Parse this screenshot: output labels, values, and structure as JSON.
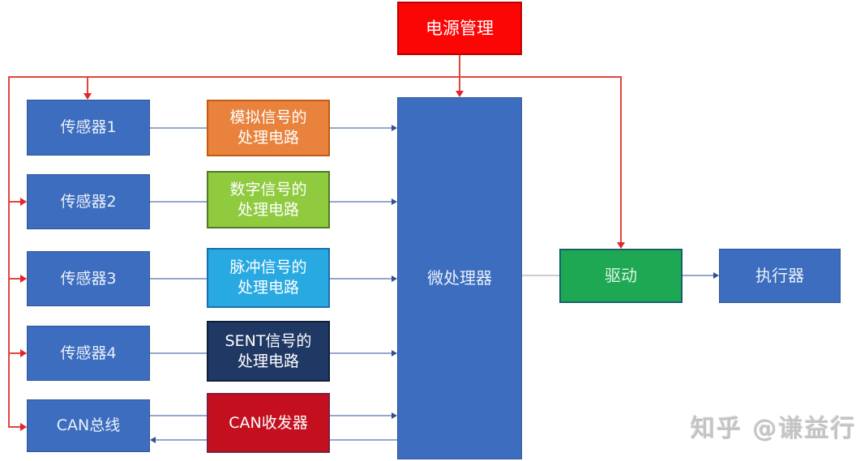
{
  "watermark": "知乎 @谦益行",
  "nodes": {
    "power": {
      "label": "电源管理",
      "color": "#FB0505"
    },
    "left_column": [
      {
        "label": "传感器1"
      },
      {
        "label": "传感器2"
      },
      {
        "label": "传感器3"
      },
      {
        "label": "传感器4"
      },
      {
        "label": "CAN总线"
      }
    ],
    "processing": [
      {
        "line1": "模拟信号的",
        "line2": "处理电路",
        "color": "#E8823C"
      },
      {
        "line1": "数字信号的",
        "line2": "处理电路",
        "color": "#8FCA3F"
      },
      {
        "line1": "脉冲信号的",
        "line2": "处理电路",
        "color": "#29A9E1"
      },
      {
        "line1": "SENT信号的",
        "line2": "处理电路",
        "color": "#1F3864"
      }
    ],
    "can_transceiver": {
      "label": "CAN收发器",
      "color": "#C4101E"
    },
    "mcu": {
      "label": "微处理器",
      "color": "#3D6DBE"
    },
    "drive": {
      "label": "驱动",
      "color": "#1FA853"
    },
    "actuator": {
      "label": "执行器",
      "color": "#3D6DBE"
    }
  },
  "colors": {
    "sensor_blue": "#3D6DBE",
    "signal_line_blue": "#94A7CC",
    "signal_arrow_blue": "#33508F",
    "power_line_red": "#E3242B",
    "mcu_drive_line_gray": "#C9CED6"
  }
}
